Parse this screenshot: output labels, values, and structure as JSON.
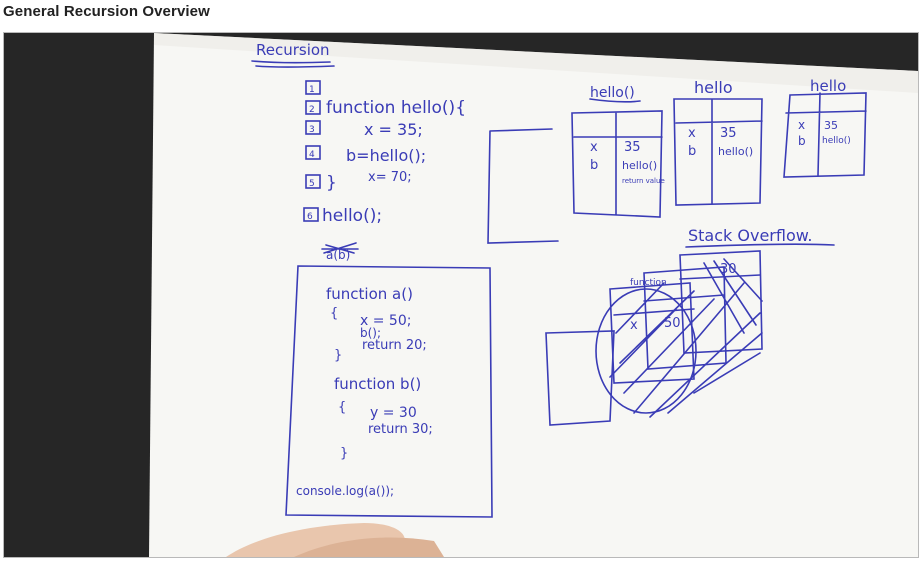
{
  "page": {
    "title": "General Recursion Overview"
  },
  "video": {
    "notes": {
      "heading": "Recursion",
      "line_numbers": [
        "1",
        "2",
        "3",
        "4",
        "5",
        "6"
      ],
      "code_lines": [
        "function hello(){",
        "x = 35;",
        "b=hello();",
        "x= 70;",
        "}",
        "hello();"
      ],
      "scratch": "a(b)",
      "box_code": [
        "function a()",
        "{",
        "x = 50;",
        "b();",
        "return 20;",
        "}",
        "function b()",
        "{",
        "y = 30",
        "return 30;",
        "}",
        "console.log(a());"
      ],
      "frame_titles": [
        "hello()",
        "hello",
        "hello"
      ],
      "frame_vars": [
        "x",
        "b"
      ],
      "frame_vals": [
        "35",
        "hello()"
      ],
      "return_value_label": "return value",
      "overflow_label": "Stack Overflow.",
      "overflow_frame_title": "function",
      "overflow_vals": [
        "x",
        "50",
        "30"
      ]
    },
    "colors": {
      "ink": "#3a3cb6",
      "paper": "#f7f7f4",
      "background": "#262626"
    }
  }
}
